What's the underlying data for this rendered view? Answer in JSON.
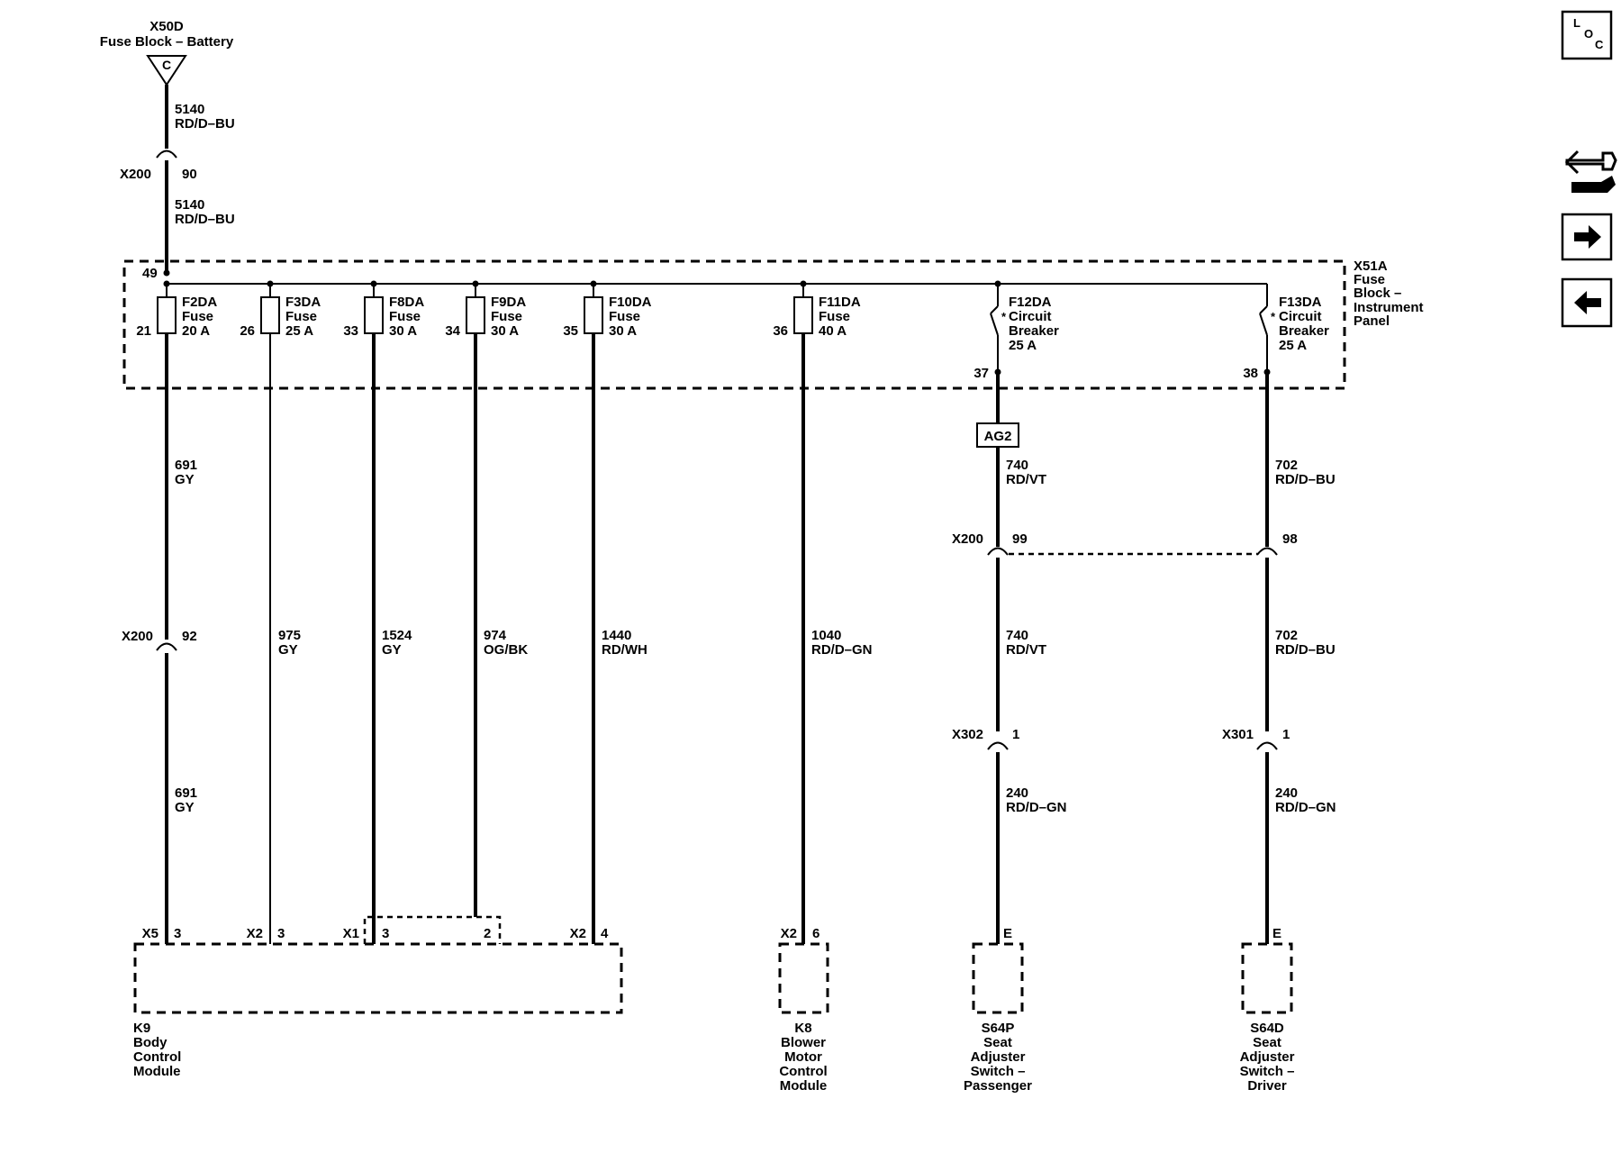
{
  "battery": {
    "name": "X50D",
    "desc": "Fuse Block – Battery",
    "terminal": "C"
  },
  "feed": {
    "upper": {
      "circuit": "5140",
      "color": "RD/D–BU"
    },
    "conn": "X200",
    "pin": "90",
    "lower": {
      "circuit": "5140",
      "color": "RD/D–BU"
    }
  },
  "fuse_block": {
    "name": "X51A",
    "desc": [
      "Fuse",
      "Block –",
      "Instrument",
      "Panel"
    ],
    "bus_pin": "49"
  },
  "fuses": [
    {
      "id": "F2DA",
      "type": "Fuse",
      "rating": "20 A",
      "pin": "21"
    },
    {
      "id": "F3DA",
      "type": "Fuse",
      "rating": "25 A",
      "pin": "26"
    },
    {
      "id": "F8DA",
      "type": "Fuse",
      "rating": "30 A",
      "pin": "33"
    },
    {
      "id": "F9DA",
      "type": "Fuse",
      "rating": "30 A",
      "pin": "34"
    },
    {
      "id": "F10DA",
      "type": "Fuse",
      "rating": "30 A",
      "pin": "35"
    },
    {
      "id": "F11DA",
      "type": "Fuse",
      "rating": "40 A",
      "pin": "36"
    }
  ],
  "breakers": [
    {
      "id": "F12DA",
      "l1": "Circuit",
      "l2": "Breaker",
      "rating": "25 A",
      "pin": "37"
    },
    {
      "id": "F13DA",
      "l1": "Circuit",
      "l2": "Breaker",
      "rating": "25 A",
      "pin": "38"
    }
  ],
  "ag2": "AG2",
  "wires": {
    "f2_upper": {
      "circuit": "691",
      "color": "GY"
    },
    "f2_conn": {
      "name": "X200",
      "pin": "92"
    },
    "f2_lower": {
      "circuit": "691",
      "color": "GY"
    },
    "f3": {
      "circuit": "975",
      "color": "GY"
    },
    "f8": {
      "circuit": "1524",
      "color": "GY"
    },
    "f9": {
      "circuit": "974",
      "color": "OG/BK"
    },
    "f10": {
      "circuit": "1440",
      "color": "RD/WH"
    },
    "f11": {
      "circuit": "1040",
      "color": "RD/D–GN"
    },
    "b12_upper": {
      "circuit": "740",
      "color": "RD/VT"
    },
    "b12_x200": {
      "name": "X200",
      "pin": "99"
    },
    "b12_mid": {
      "circuit": "740",
      "color": "RD/VT"
    },
    "b12_conn": {
      "name": "X302",
      "pin": "1"
    },
    "b12_lower": {
      "circuit": "240",
      "color": "RD/D–GN"
    },
    "b13_upper": {
      "circuit": "702",
      "color": "RD/D–BU"
    },
    "b13_x200": {
      "pin": "98"
    },
    "b13_mid": {
      "circuit": "702",
      "color": "RD/D–BU"
    },
    "b13_conn": {
      "name": "X301",
      "pin": "1"
    },
    "b13_lower": {
      "circuit": "240",
      "color": "RD/D–GN"
    }
  },
  "modules": {
    "k9": {
      "lines": [
        "K9",
        "Body",
        "Control",
        "Module"
      ],
      "pins": [
        {
          "conn": "X5",
          "pin": "3"
        },
        {
          "conn": "X2",
          "pin": "3"
        },
        {
          "conn": "X1",
          "pin": "3"
        },
        {
          "pin": "2"
        },
        {
          "conn": "X2",
          "pin": "4"
        }
      ]
    },
    "k8": {
      "lines": [
        "K8",
        "Blower",
        "Motor",
        "Control",
        "Module"
      ],
      "conn": "X2",
      "pin": "6"
    },
    "s64p": {
      "lines": [
        "S64P",
        "Seat",
        "Adjuster",
        "Switch –",
        "Passenger"
      ],
      "pin": "E"
    },
    "s64d": {
      "lines": [
        "S64D",
        "Seat",
        "Adjuster",
        "Switch –",
        "Driver"
      ],
      "pin": "E"
    }
  },
  "sidebar": {
    "loc": [
      "L",
      "O",
      "C"
    ]
  }
}
